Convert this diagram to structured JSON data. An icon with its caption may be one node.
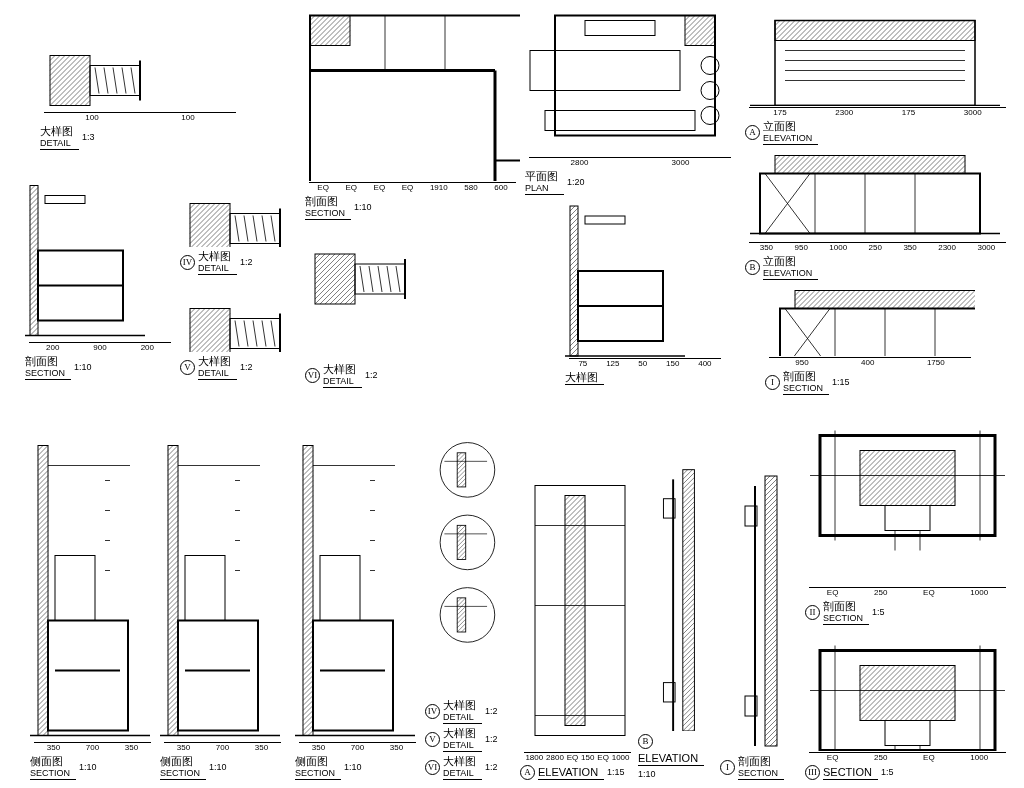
{
  "diagram": {
    "labels": [
      "100",
      "100",
      "大样图",
      "DETAIL",
      "1:3",
      "EQ",
      "EQ",
      "EQ",
      "EQ",
      "1910",
      "580",
      "600",
      "剖面图",
      "SECTION",
      "1:10",
      "2800",
      "3000",
      "平面图",
      "PLAN",
      "1:20",
      "175",
      "2300",
      "175",
      "3000",
      "A",
      "立面图",
      "ELEVATION",
      "200",
      "900",
      "200",
      "剖面图",
      "SECTION",
      "1:10",
      "IV",
      "大样图",
      "DETAIL",
      "1:2",
      "V",
      "大样图",
      "DETAIL",
      "1:2",
      "VI",
      "大样图",
      "DETAIL",
      "1:2",
      "350",
      "950",
      "1000",
      "250",
      "350",
      "2300",
      "3000",
      "B",
      "立面图",
      "ELEVATION",
      "75",
      "125",
      "50",
      "150",
      "400",
      "大样图",
      "950",
      "400",
      "1750",
      "I",
      "剖面图",
      "SECTION",
      "1:15",
      "350",
      "700",
      "350",
      "侧面图",
      "SECTION",
      "1:10",
      "350",
      "700",
      "350",
      "侧面图",
      "SECTION",
      "1:10",
      "350",
      "700",
      "350",
      "侧面图",
      "SECTION",
      "1:10",
      "IV",
      "大样图",
      "DETAIL",
      "1:2",
      "V",
      "大样图",
      "DETAIL",
      "1:2",
      "VI",
      "大样图",
      "DETAIL",
      "1:2",
      "1800",
      "2800",
      "EQ",
      "150",
      "EQ",
      "1000",
      "A",
      "ELEVATION",
      "1:15",
      "B",
      "ELEVATION",
      "1:10",
      "I",
      "剖面图",
      "SECTION",
      "EQ",
      "250",
      "EQ",
      "1000",
      "II",
      "剖面图",
      "SECTION",
      "1:5",
      "EQ",
      "250",
      "EQ",
      "1000",
      "III",
      "SECTION",
      "1:5"
    ]
  }
}
